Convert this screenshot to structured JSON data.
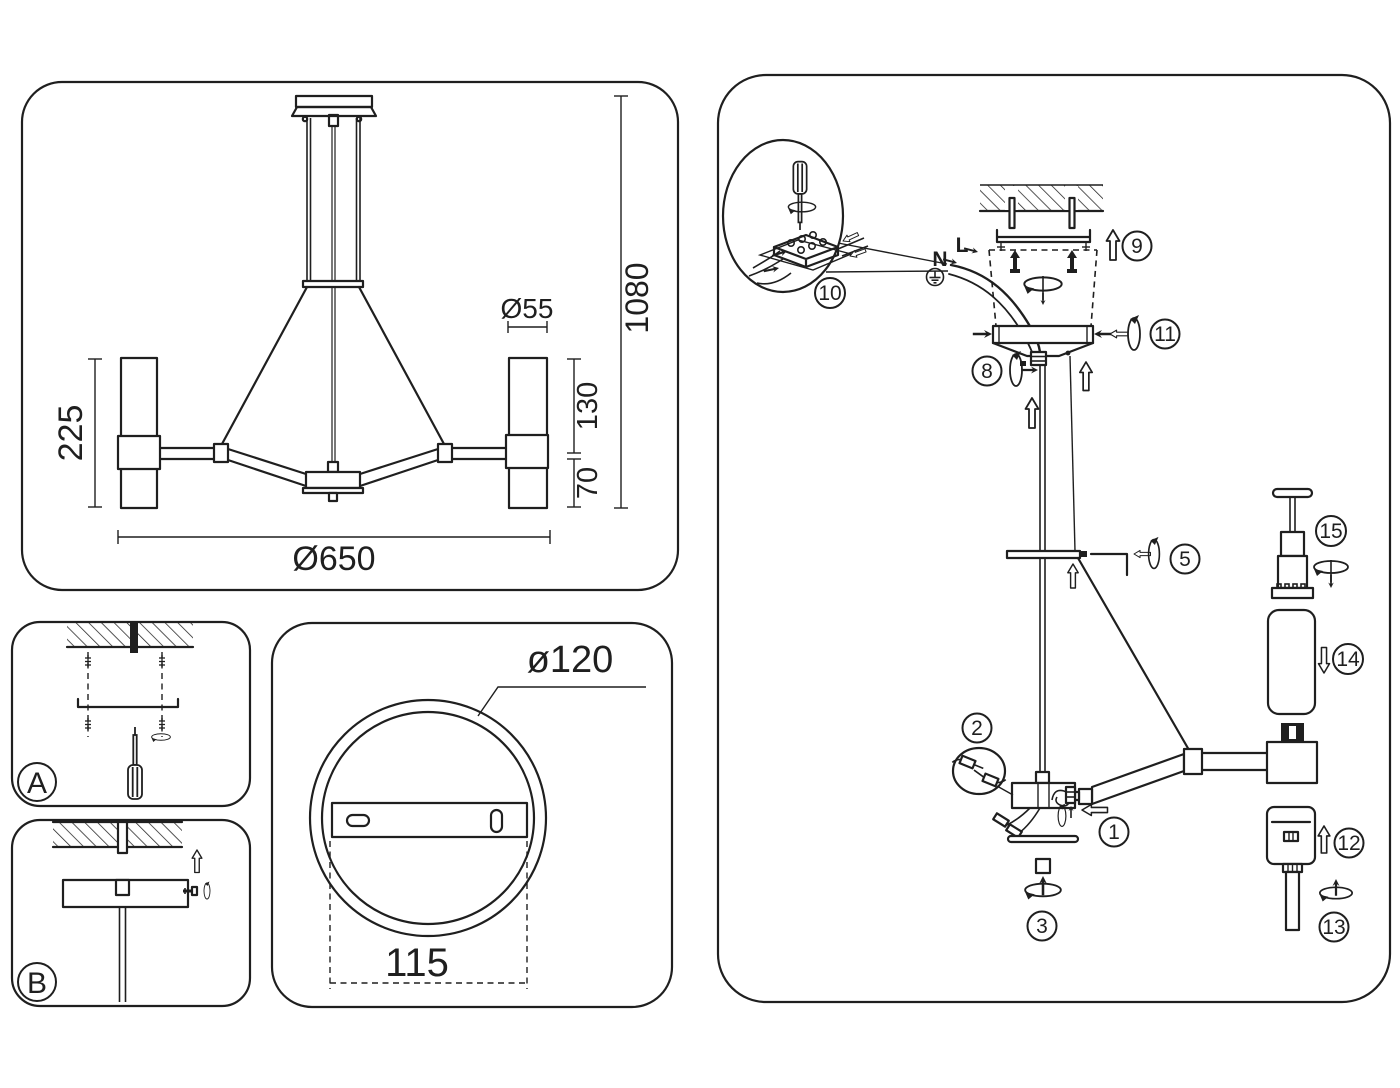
{
  "colors": {
    "ink": "#1f1f1f",
    "paper": "#ffffff"
  },
  "dimension_drawing": {
    "shade_diameter": "Ø55",
    "overall_height": "1080",
    "glass_upper_height": "130",
    "glass_lower_height": "70",
    "shade_total_height": "225",
    "fixture_diameter": "Ø650"
  },
  "mounting_steps": {
    "step_a_label": "A",
    "step_b_label": "B"
  },
  "ceiling_plate": {
    "plate_diameter": "ø120",
    "screw_spacing": "115"
  },
  "assembly": {
    "wire_neutral_label": "N",
    "wire_line_label": "L",
    "callouts": {
      "c1": "1",
      "c2": "2",
      "c3": "3",
      "c5": "5",
      "c8": "8",
      "c9": "9",
      "c10": "10",
      "c11": "11",
      "c12": "12",
      "c13": "13",
      "c14": "14",
      "c15": "15"
    }
  }
}
